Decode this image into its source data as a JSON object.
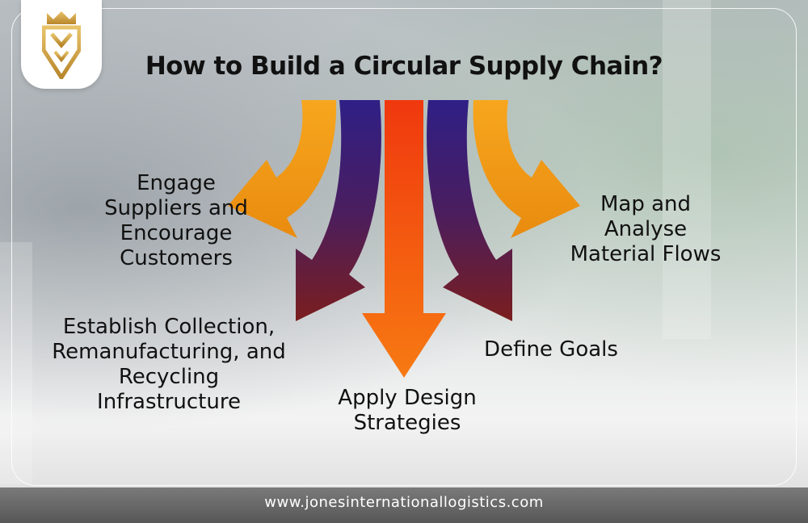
{
  "title": "How to Build a Circular Supply Chain?",
  "labels": {
    "engage": "Engage Suppliers and Encourage Customers",
    "map": "Map and Analyse Material Flows",
    "establish": "Establish Collection, Remanufacturing, and Recycling Infrastructure",
    "goals": "Define Goals",
    "apply": "Apply Design Strategies"
  },
  "footer": "www.jonesinternationallogistics.com",
  "colors": {
    "arrow_orange": "#f39a16",
    "arrow_purple": "#3b1c7a",
    "arrow_red": "#f04a12"
  },
  "logo": "crowned-shield-logo"
}
